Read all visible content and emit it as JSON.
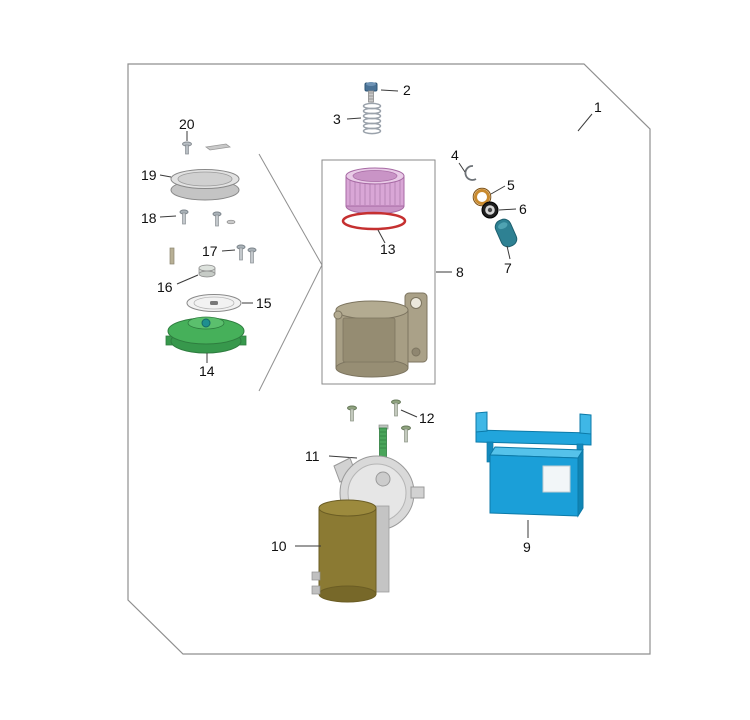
{
  "labels": {
    "1": "1",
    "2": "2",
    "3": "3",
    "4": "4",
    "5": "5",
    "6": "6",
    "7": "7",
    "8": "8",
    "9": "9",
    "10": "10",
    "11": "11",
    "12": "12",
    "13": "13",
    "14": "14",
    "15": "15",
    "16": "16",
    "17": "17",
    "18": "18",
    "19": "19",
    "20": "20"
  },
  "colors": {
    "border": "#8f8f8f",
    "seal_pink": "#d9a6d6",
    "oring_red": "#c53030",
    "impeller_green": "#46b05a",
    "plug_teal": "#2e8193",
    "bracket_blue": "#1b9fd8",
    "motor_olive": "#8b7a33",
    "housing_tan": "#a79e84",
    "oring_orange": "#c98a2e",
    "shaft_green": "#4aa55a"
  }
}
